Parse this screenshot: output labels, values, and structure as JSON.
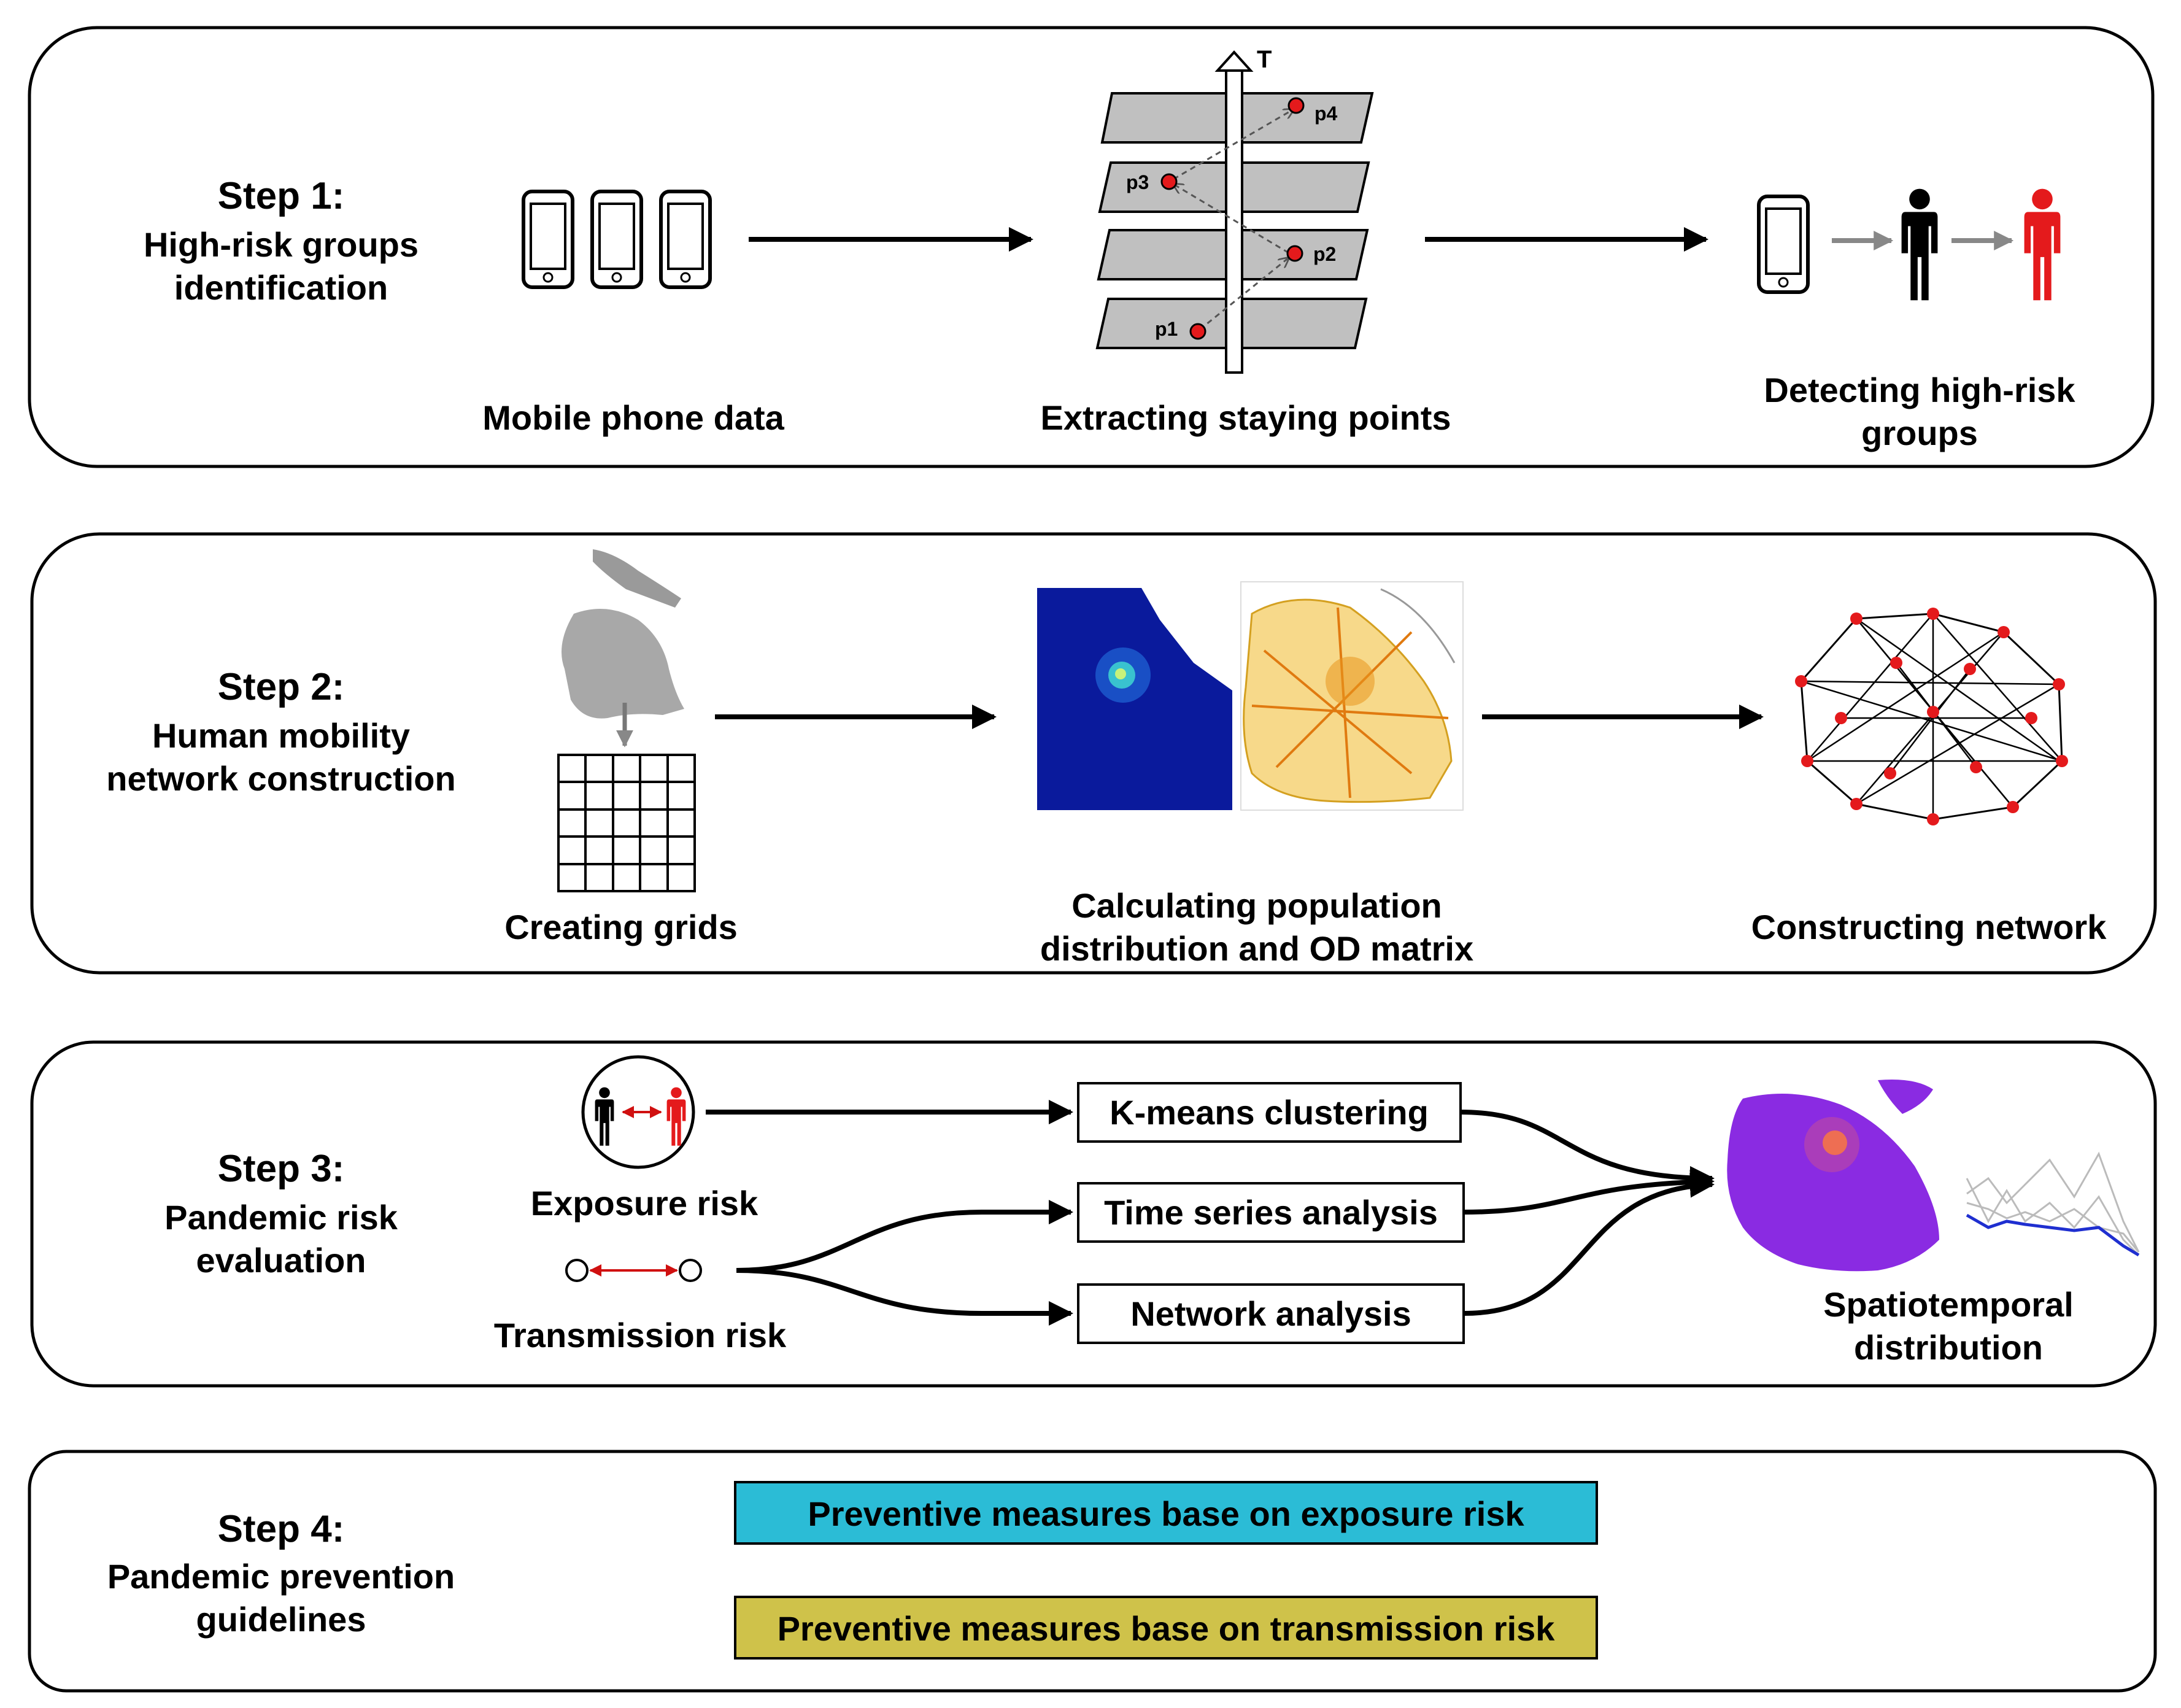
{
  "steps": [
    {
      "title": "Step 1:",
      "lines": [
        "High-risk groups",
        "identification"
      ]
    },
    {
      "title": "Step 2:",
      "lines": [
        "Human mobility",
        "network construction"
      ]
    },
    {
      "title": "Step 3:",
      "lines": [
        "Pandemic risk",
        "evaluation"
      ]
    },
    {
      "title": "Step 4:",
      "lines": [
        "Pandemic prevention",
        "guidelines"
      ]
    }
  ],
  "step1": {
    "mobile_label": "Mobile phone data",
    "extract_label": "Extracting staying points",
    "axis_label": "T",
    "points": [
      "p1",
      "p2",
      "p3",
      "p4"
    ],
    "detect_lines": [
      "Detecting high-risk",
      "groups"
    ]
  },
  "step2": {
    "grids_label": "Creating grids",
    "calc_lines": [
      "Calculating population",
      "distribution and OD matrix"
    ],
    "network_label": "Constructing network"
  },
  "step3": {
    "exposure_label": "Exposure risk",
    "transmission_label": "Transmission risk",
    "kmeans_label": "K-means clustering",
    "timeseries_label": "Time series analysis",
    "network_analysis_label": "Network analysis",
    "spatio_lines": [
      "Spatiotemporal",
      "distribution"
    ]
  },
  "step4": {
    "exposure_measure": "Preventive measures base on exposure risk",
    "transmission_measure": "Preventive measures base on transmission risk"
  },
  "colors": {
    "red": "#e41a1c",
    "cyan": "#2bbcd6",
    "olive": "#cfc24a",
    "purple": "#8a2be2",
    "heat_blue": "#0a1a9c"
  }
}
